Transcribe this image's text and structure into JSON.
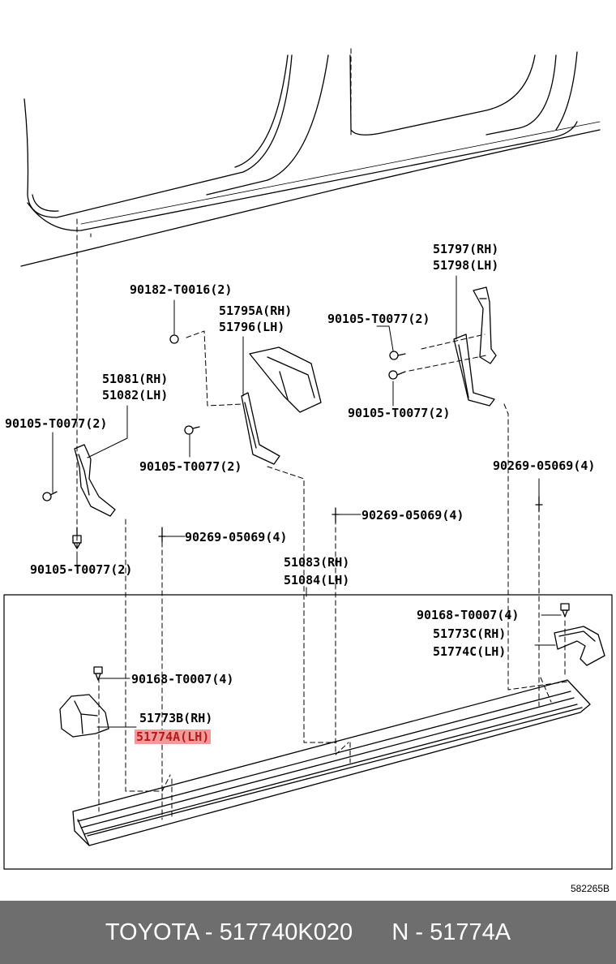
{
  "labels": {
    "p51797": "51797(RH)",
    "p51798": "51798(LH)",
    "p90182": "90182-T0016(2)",
    "p51795a": "51795A(RH)",
    "p51796": "51796(LH)",
    "p90105_top": "90105-T0077(2)",
    "p51081": "51081(RH)",
    "p51082": "51082(LH)",
    "p90105_rbot": "90105-T0077(2)",
    "p90105_left": "90105-T0077(2)",
    "p90105_mid": "90105-T0077(2)",
    "p90269_right": "90269-05069(4)",
    "p90269_mid": "90269-05069(4)",
    "p90269_left": "90269-05069(4)",
    "p90105_low": "90105-T0077(2)",
    "p51083": "51083(RH)",
    "p51084": "51084(LH)",
    "p90168_right": "90168-T0007(4)",
    "p51773c": "51773C(RH)",
    "p51774c": "51774C(LH)",
    "p90168_left": "90168-T0007(4)",
    "p51773b": "51773B(RH)",
    "p51774a": "51774A(LH)"
  },
  "highlight": {
    "part": "51774A(LH)",
    "color": "#f29a9a"
  },
  "ref_code": "582265B",
  "footer": {
    "text": "TOYOTA - 517740K020      N - 51774A"
  }
}
